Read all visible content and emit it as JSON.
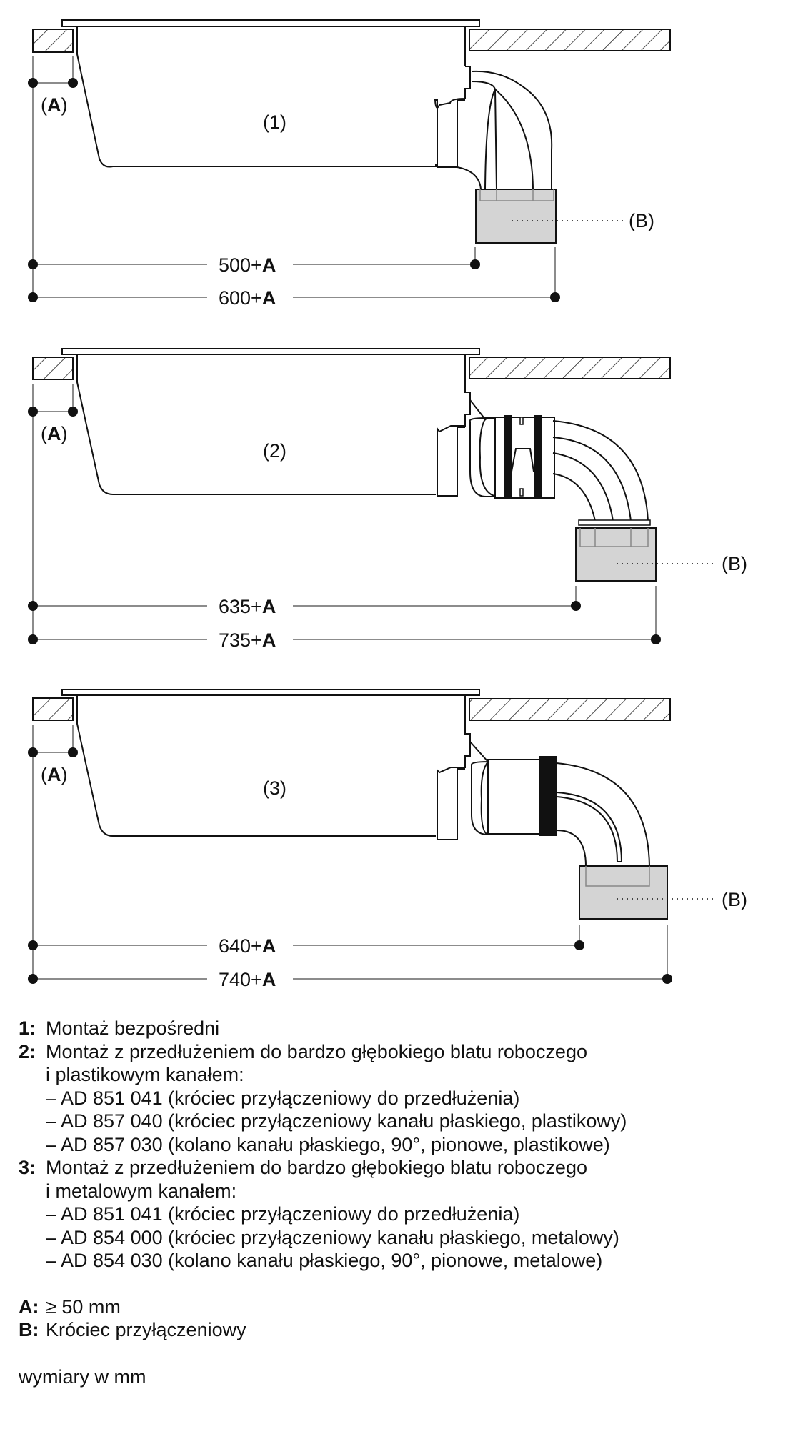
{
  "diagrams": [
    {
      "label": "(1)",
      "dim_a_label": "(A)",
      "b_label": "(B)",
      "dim_inner": {
        "value": "500+",
        "suffix": "A"
      },
      "dim_outer": {
        "value": "600+",
        "suffix": "A"
      }
    },
    {
      "label": "(2)",
      "dim_a_label": "(A)",
      "b_label": "(B)",
      "dim_inner": {
        "value": "635+",
        "suffix": "A"
      },
      "dim_outer": {
        "value": "735+",
        "suffix": "A"
      }
    },
    {
      "label": "(3)",
      "dim_a_label": "(A)",
      "b_label": "(B)",
      "dim_inner": {
        "value": "640+",
        "suffix": "A"
      },
      "dim_outer": {
        "value": "740+",
        "suffix": "A"
      }
    }
  ],
  "legend": {
    "items": [
      {
        "key": "1",
        "lines": [
          "Montaż bezpośredni"
        ],
        "parts": []
      },
      {
        "key": "2",
        "lines": [
          "Montaż z przedłużeniem do bardzo głębokiego blatu roboczego",
          "i plastikowym kanałem:"
        ],
        "parts": [
          "– AD 851 041 (króciec przyłączeniowy do przedłużenia)",
          "– AD 857 040 (króciec przyłączeniowy kanału płaskiego, plastikowy)",
          "– AD 857 030 (kolano kanału płaskiego, 90°, pionowe, plastikowe)"
        ]
      },
      {
        "key": "3",
        "lines": [
          "Montaż z przedłużeniem do bardzo głębokiego blatu roboczego",
          "i metalowym kanałem:"
        ],
        "parts": [
          "– AD 851 041 (króciec przyłączeniowy do przedłużenia)",
          "– AD 854 000 (króciec przyłączeniowy kanału płaskiego, metalowy)",
          "– AD 854 030 (kolano kanału płaskiego, 90°, pionowe, metalowe)"
        ]
      }
    ],
    "definitions": [
      {
        "key": "A",
        "text": "≥ 50 mm"
      },
      {
        "key": "B",
        "text": "Króciec przyłączeniowy"
      }
    ]
  },
  "units_note": "wymiary w mm"
}
